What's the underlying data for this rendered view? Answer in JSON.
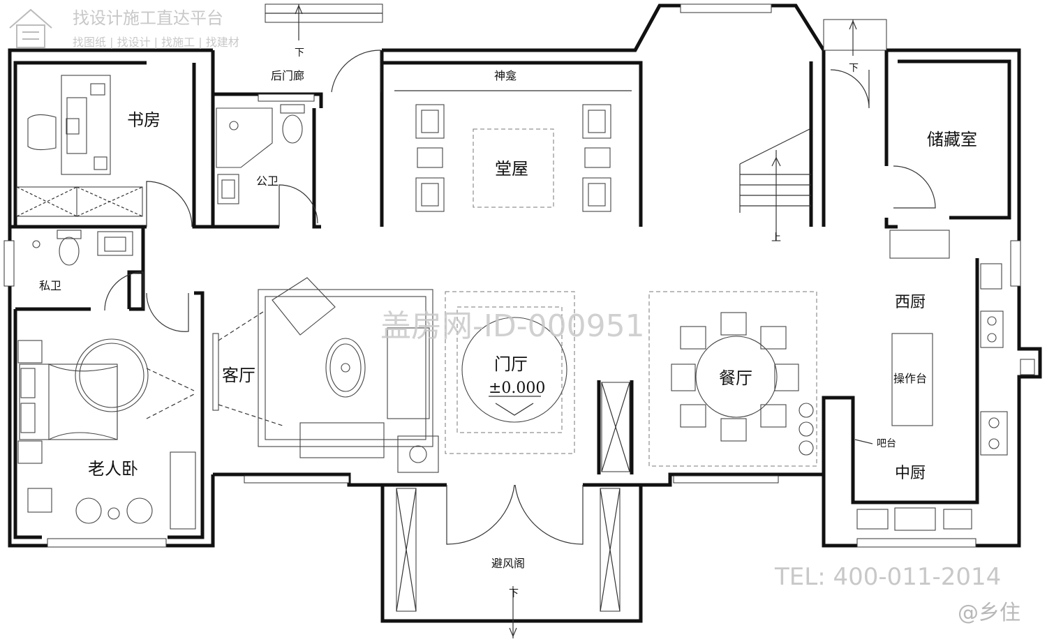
{
  "header": {
    "brand_title": "找设计施工直达平台",
    "brand_subtitle": "找图纸 | 找设计 | 找施工 | 找建材"
  },
  "rooms": {
    "study": "书房",
    "back_porch": "后门廊",
    "public_bath": "公卫",
    "shrine": "神龛",
    "hall": "堂屋",
    "storage": "储藏室",
    "private_bath": "私卫",
    "living": "客厅",
    "foyer": "门厅",
    "elevation": "±0.000",
    "dining": "餐厅",
    "western_kitchen": "西厨",
    "work_counter": "操作台",
    "bar": "吧台",
    "chinese_kitchen": "中厨",
    "elder_bedroom": "老人卧",
    "vestibule": "避风阁"
  },
  "stair_marks": {
    "down_back": "下",
    "down_side": "下",
    "up": "上",
    "down_front": "下"
  },
  "watermark": {
    "id_text": "盖房网-ID-000951",
    "tel": "TEL: 400-011-2014",
    "handle": "@乡住"
  },
  "colors": {
    "wall": "#111111",
    "line": "#333333",
    "watermark": "#c8c8c8"
  }
}
